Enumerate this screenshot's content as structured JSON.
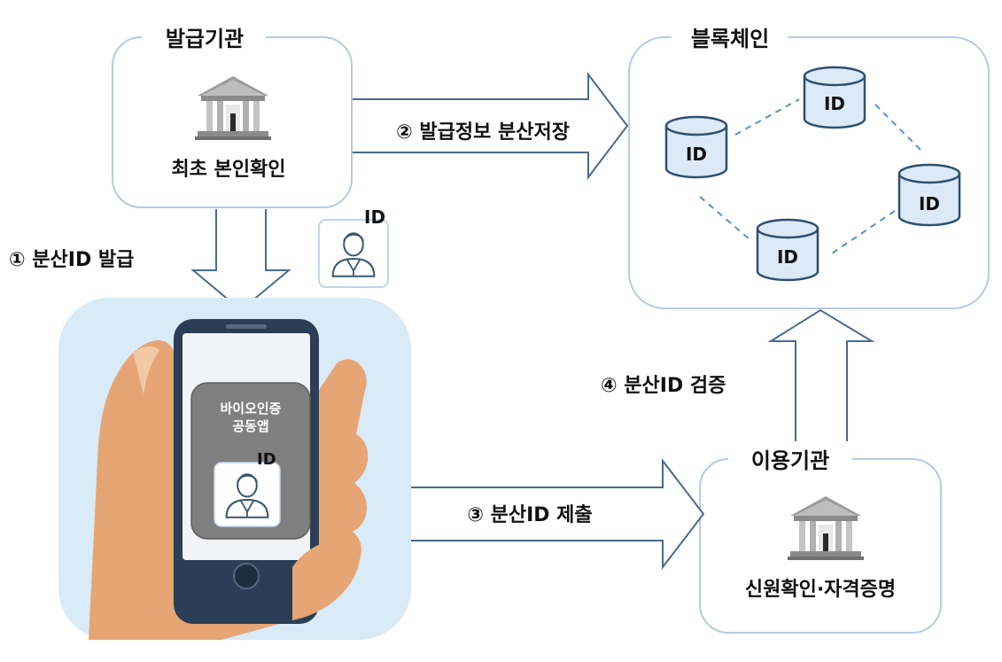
{
  "issuer": {
    "title": "발급기관",
    "caption": "최초 본인확인",
    "icon": "bank-building-icon"
  },
  "blockchain": {
    "title": "블록체인",
    "node_label": "ID",
    "node_icon": "database-cylinder-icon"
  },
  "verifier": {
    "title": "이용기관",
    "caption": "신원확인·자격증명",
    "icon": "bank-building-icon"
  },
  "phone": {
    "app_label_line1": "바이오인증",
    "app_label_line2": "공동앱",
    "id_label": "ID",
    "icon": "user-avatar-icon"
  },
  "issued_id": {
    "label": "ID",
    "icon": "user-avatar-icon"
  },
  "steps": {
    "step1": "① 분산ID 발급",
    "step2": "② 발급정보 분산저장",
    "step3": "③ 분산ID 제출",
    "step4": "④ 분산ID 검증"
  },
  "colors": {
    "box_border": "#b8c9e2",
    "arrow_stroke": "#4a6a8c",
    "cylinder_fill": "#dce9f6",
    "cylinder_stroke": "#2f4f6e",
    "dashed_link": "#5b8fc7",
    "phone_background": "#d8ebf7",
    "phone_body": "#2c3e56",
    "app_panel": "#7f7f7f",
    "hand_skin": "#e6a574"
  }
}
